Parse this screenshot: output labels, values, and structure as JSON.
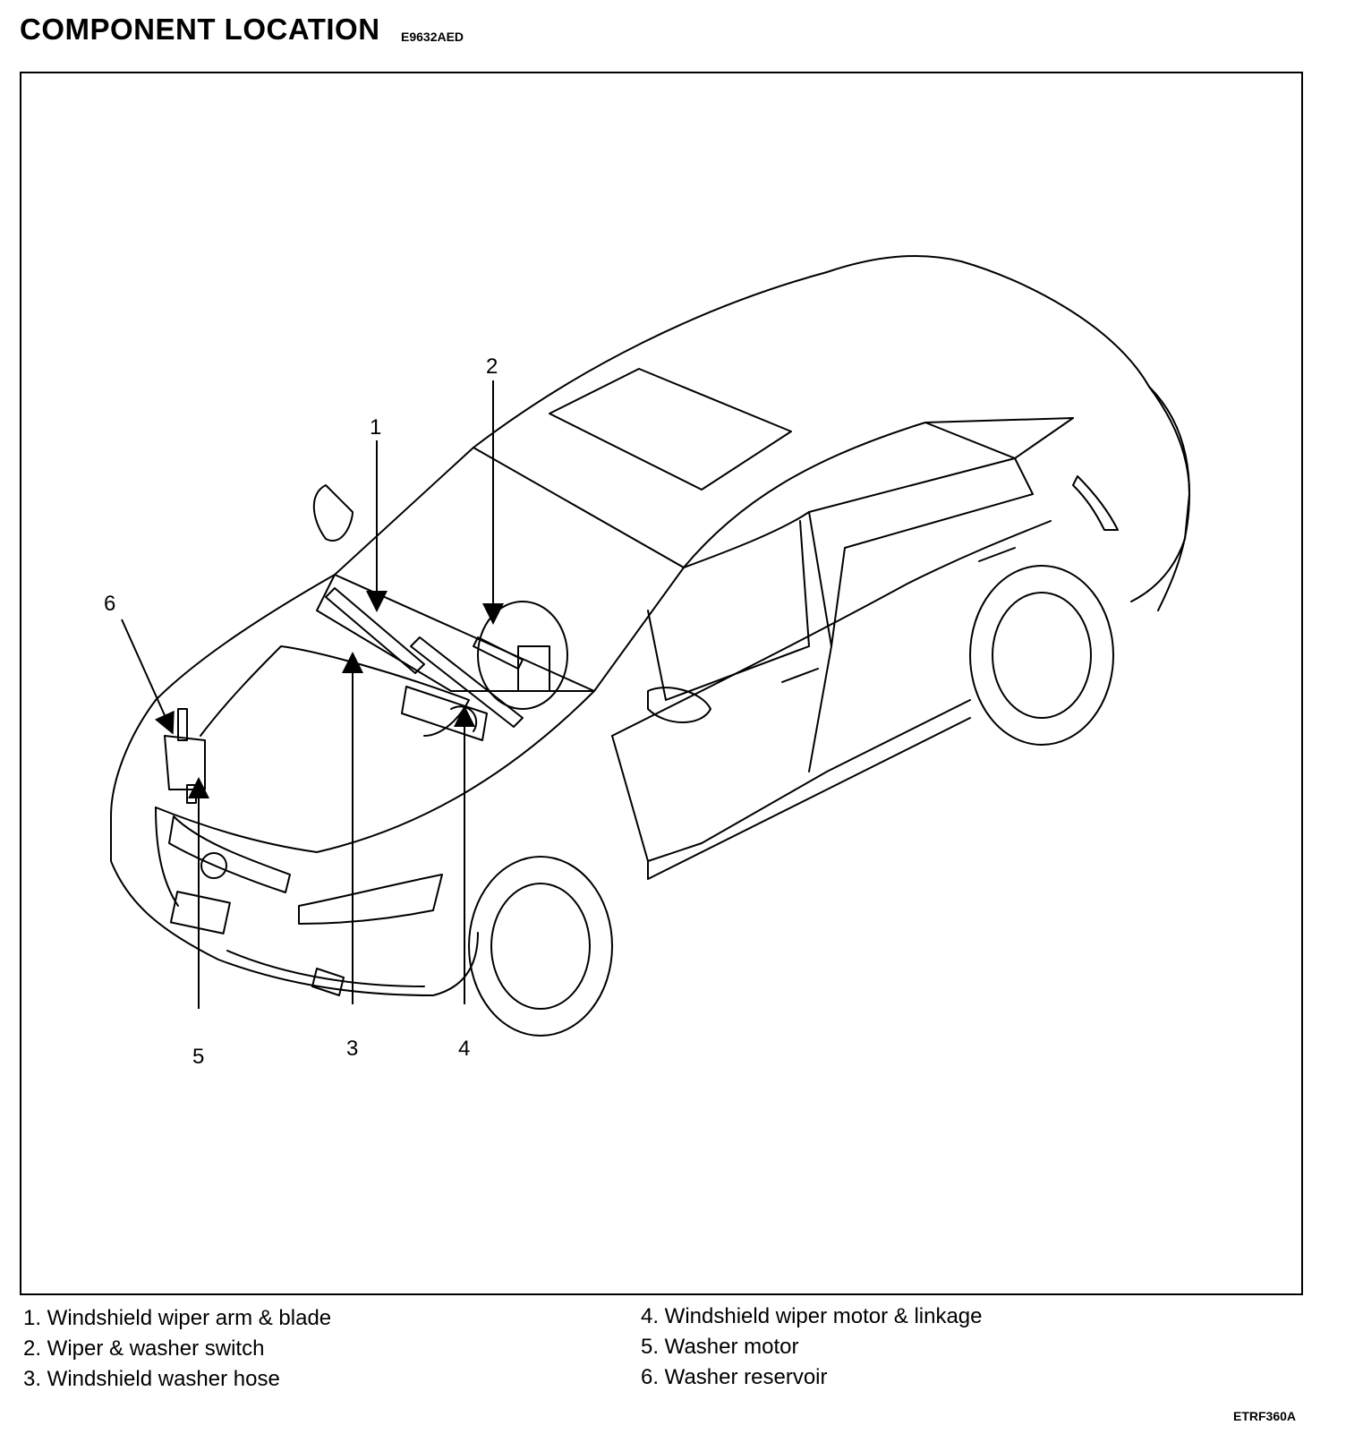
{
  "header": {
    "title": "COMPONENT LOCATION",
    "code": "E9632AED"
  },
  "callouts": [
    "1",
    "2",
    "3",
    "4",
    "5",
    "6"
  ],
  "legend": {
    "left": [
      "1. Windshield wiper arm & blade",
      "2. Wiper & washer switch",
      "3. Windshield washer hose"
    ],
    "right": [
      "4. Windshield wiper motor & linkage",
      "5. Washer motor",
      "6. Washer reservoir"
    ]
  },
  "footer": {
    "figure_code": "ETRF360A"
  }
}
